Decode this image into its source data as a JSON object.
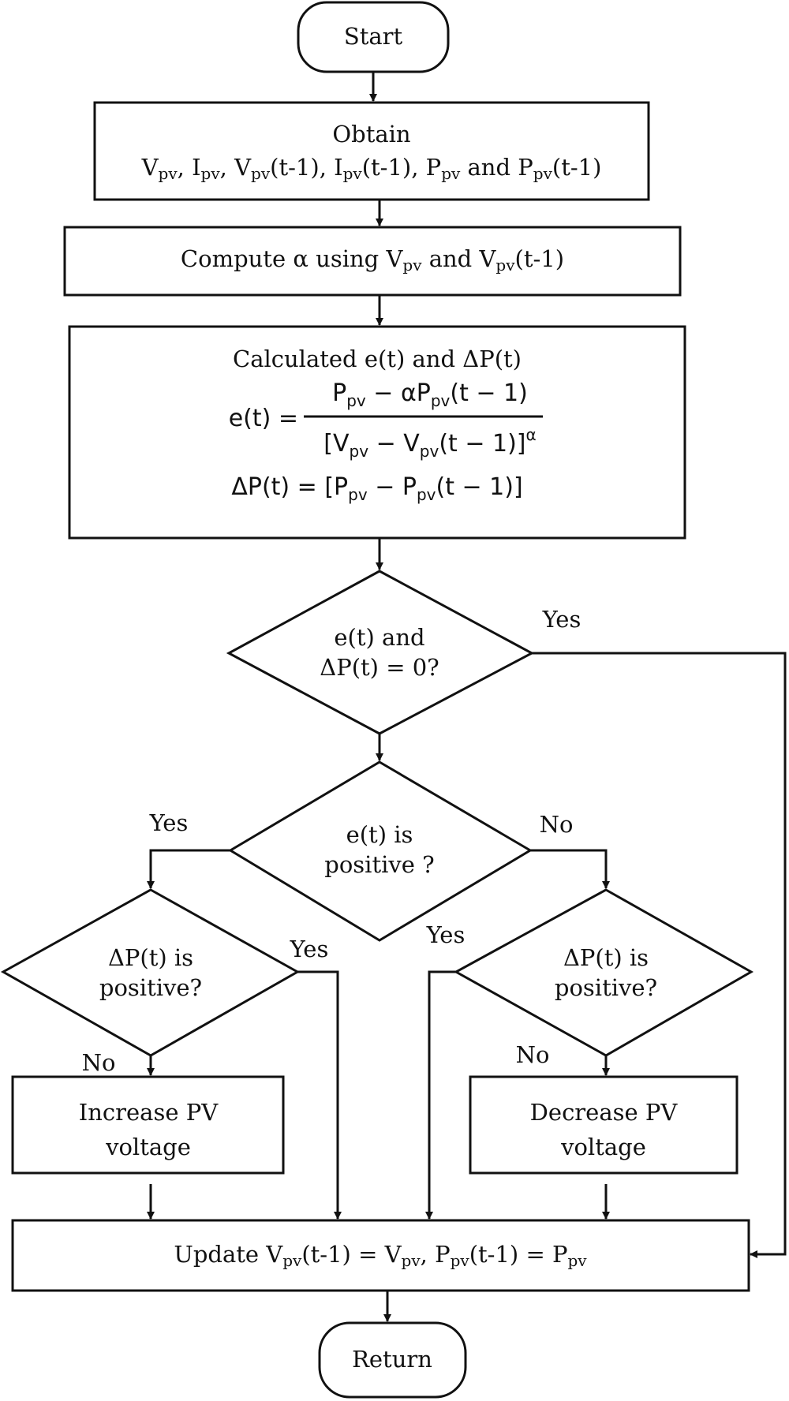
{
  "terminals": {
    "start": "Start",
    "return": "Return"
  },
  "obtain": {
    "line1": "Obtain",
    "v": "V",
    "pv": "pv",
    "comma": ", ",
    "i": "I",
    "t1": "(t-1)",
    "and": " and ",
    "p": "P"
  },
  "compute": {
    "prefix": "Compute α using V",
    "pv": "pv",
    "mid": " and V",
    "suffix": "(t-1)"
  },
  "calculate": {
    "title": "Calculated e(t) and ΔP(t)",
    "et_lhs": "e(t) =",
    "num_p": "P",
    "num_rest1": " − αP",
    "num_rest2": "(t − 1)",
    "den_open": "[V",
    "den_mid": " − V",
    "den_close": "(t − 1)]",
    "den_exp": "α",
    "dp_lhs": "ΔP(t) = [P",
    "dp_mid": " − P",
    "dp_close": "(t − 1)]",
    "pv": "pv"
  },
  "decisions": {
    "d1_line1": "e(t) and",
    "d1_line2": "ΔP(t) = 0?",
    "d2_line1": "e(t) is",
    "d2_line2": "positive ?",
    "d3_line1": "ΔP(t) is",
    "d3_line2": "positive?",
    "d4_line1": "ΔP(t) is",
    "d4_line2": "positive?"
  },
  "actions": {
    "increase_line1": "Increase PV",
    "increase_line2": "voltage",
    "decrease_line1": "Decrease PV",
    "decrease_line2": "voltage"
  },
  "update": {
    "prefix": "Update V",
    "pv": "pv",
    "part2": "(t-1) = V",
    "part3": ", P",
    "part4": "(t-1) = P"
  },
  "edge_labels": {
    "d1_yes": "Yes",
    "d2_yes": "Yes",
    "d2_no": "No",
    "d3_yes": "Yes",
    "d3_no": "No",
    "d4_yes": "Yes",
    "d4_no": "No"
  }
}
